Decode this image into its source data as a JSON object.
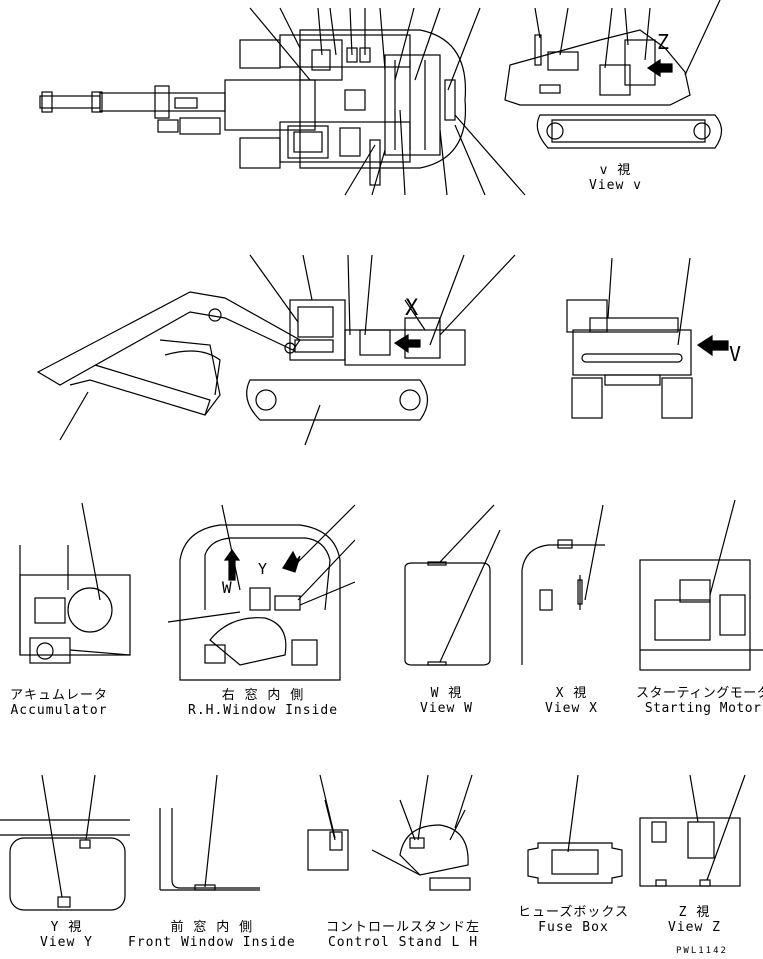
{
  "views": [
    {
      "jp": "v 視",
      "en": "View v"
    },
    {
      "jp": "アキュムレータ",
      "en": "Accumulator"
    },
    {
      "jp": "右 窓 内 側",
      "en": "R.H.Window Inside"
    },
    {
      "jp": "W 視",
      "en": "View W"
    },
    {
      "jp": "X 視",
      "en": "View X"
    },
    {
      "jp": "スターティングモータ",
      "en": "Starting Motor"
    },
    {
      "jp": "Y 視",
      "en": "View Y"
    },
    {
      "jp": "前 窓 内 側",
      "en": "Front Window Inside"
    },
    {
      "jp": "コントロールスタンド左",
      "en": "Control Stand L H"
    },
    {
      "jp": "ヒューズボックス",
      "en": "Fuse Box"
    },
    {
      "jp": "Z 視",
      "en": "View Z"
    }
  ],
  "markers": {
    "v_upper": "V",
    "w": "W",
    "x": "X",
    "y": "Y",
    "z": "Z"
  },
  "drawing_code": "PWL1142"
}
